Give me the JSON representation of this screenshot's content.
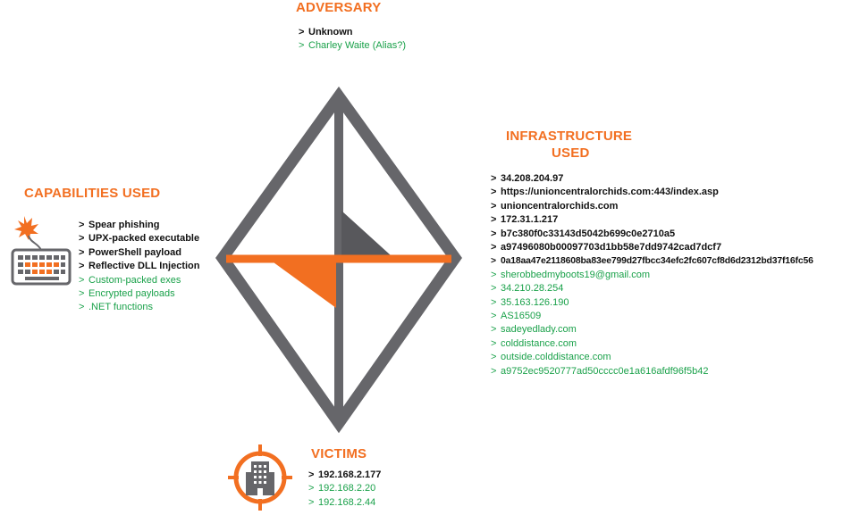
{
  "colors": {
    "accent": "#f26f21",
    "frame": "#66666a",
    "dark_text": "#111111",
    "green_text": "#1aa14a"
  },
  "adversary": {
    "heading": "ADVERSARY",
    "items": [
      {
        "text": "Unknown",
        "style": "dark"
      },
      {
        "text": "Charley Waite (Alias?)",
        "style": "green"
      }
    ]
  },
  "infrastructure": {
    "heading_line1": "INFRASTRUCTURE",
    "heading_line2": "USED",
    "items": [
      {
        "text": "34.208.204.97",
        "style": "dark"
      },
      {
        "text": "https://unioncentralorchids.com:443/index.asp",
        "style": "dark"
      },
      {
        "text": "unioncentralorchids.com",
        "style": "dark"
      },
      {
        "text": "172.31.1.217",
        "style": "dark"
      },
      {
        "text": "b7c380f0c33143d5042b699c0e2710a5",
        "style": "dark"
      },
      {
        "text": "a97496080b00097703d1bb58e7dd9742cad7dcf7",
        "style": "dark"
      },
      {
        "text": "0a18aa47e2118608ba83ee799d27fbcc34efc2fc607cf8d6d2312bd37f16fc56",
        "style": "dark"
      },
      {
        "text": "sherobbedmyboots19@gmail.com",
        "style": "green"
      },
      {
        "text": "34.210.28.254",
        "style": "green"
      },
      {
        "text": "35.163.126.190",
        "style": "green"
      },
      {
        "text": "AS16509",
        "style": "green"
      },
      {
        "text": "sadeyedlady.com",
        "style": "green"
      },
      {
        "text": "colddistance.com",
        "style": "green"
      },
      {
        "text": "outside.colddistance.com",
        "style": "green"
      },
      {
        "text": "a9752ec9520777ad50cccc0e1a616afdf96f5b42",
        "style": "green"
      }
    ]
  },
  "capabilities": {
    "heading": "CAPABILITIES USED",
    "icon": "keyboard-icon",
    "items": [
      {
        "text": "Spear phishing",
        "style": "dark"
      },
      {
        "text": "UPX-packed  executable",
        "style": "dark"
      },
      {
        "text": "PowerShell  payload",
        "style": "dark"
      },
      {
        "text": "Reflective DLL Injection",
        "style": "dark"
      },
      {
        "text": "Custom-packed  exes",
        "style": "green"
      },
      {
        "text": "Encrypted  payloads",
        "style": "green"
      },
      {
        "text": ".NET functions",
        "style": "green"
      }
    ]
  },
  "victims": {
    "heading": "VICTIMS",
    "icon": "target-building-icon",
    "items": [
      {
        "text": "192.168.2.177",
        "style": "dark"
      },
      {
        "text": "192.168.2.20",
        "style": "green"
      },
      {
        "text": "192.168.2.44",
        "style": "green"
      }
    ]
  }
}
